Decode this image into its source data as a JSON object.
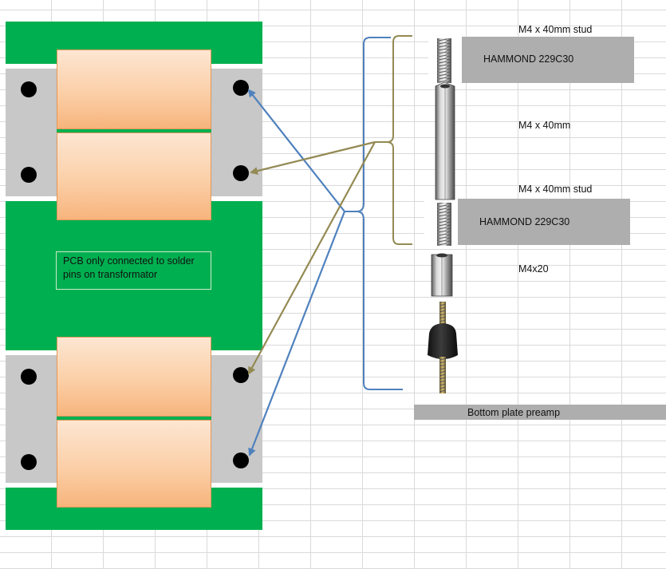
{
  "labels": {
    "stud_top": "M4 x 40mm stud",
    "hammond_top": "HAMMOND 229C30",
    "standoff_40": "M4 x 40mm",
    "stud_bottom": "M4 x 40mm stud",
    "hammond_bottom": "HAMMOND 229C30",
    "standoff_20": "M4x20",
    "bottom_plate": "Bottom plate preamp"
  },
  "pcb_note": "PCB only connected to solder pins on transformator",
  "colors": {
    "pcb_green": "#00b050",
    "transformer_gray": "#c8c8c8",
    "copper": "#fbcfa7",
    "arrow_blue": "#4f81bd",
    "arrow_olive": "#948a54"
  }
}
